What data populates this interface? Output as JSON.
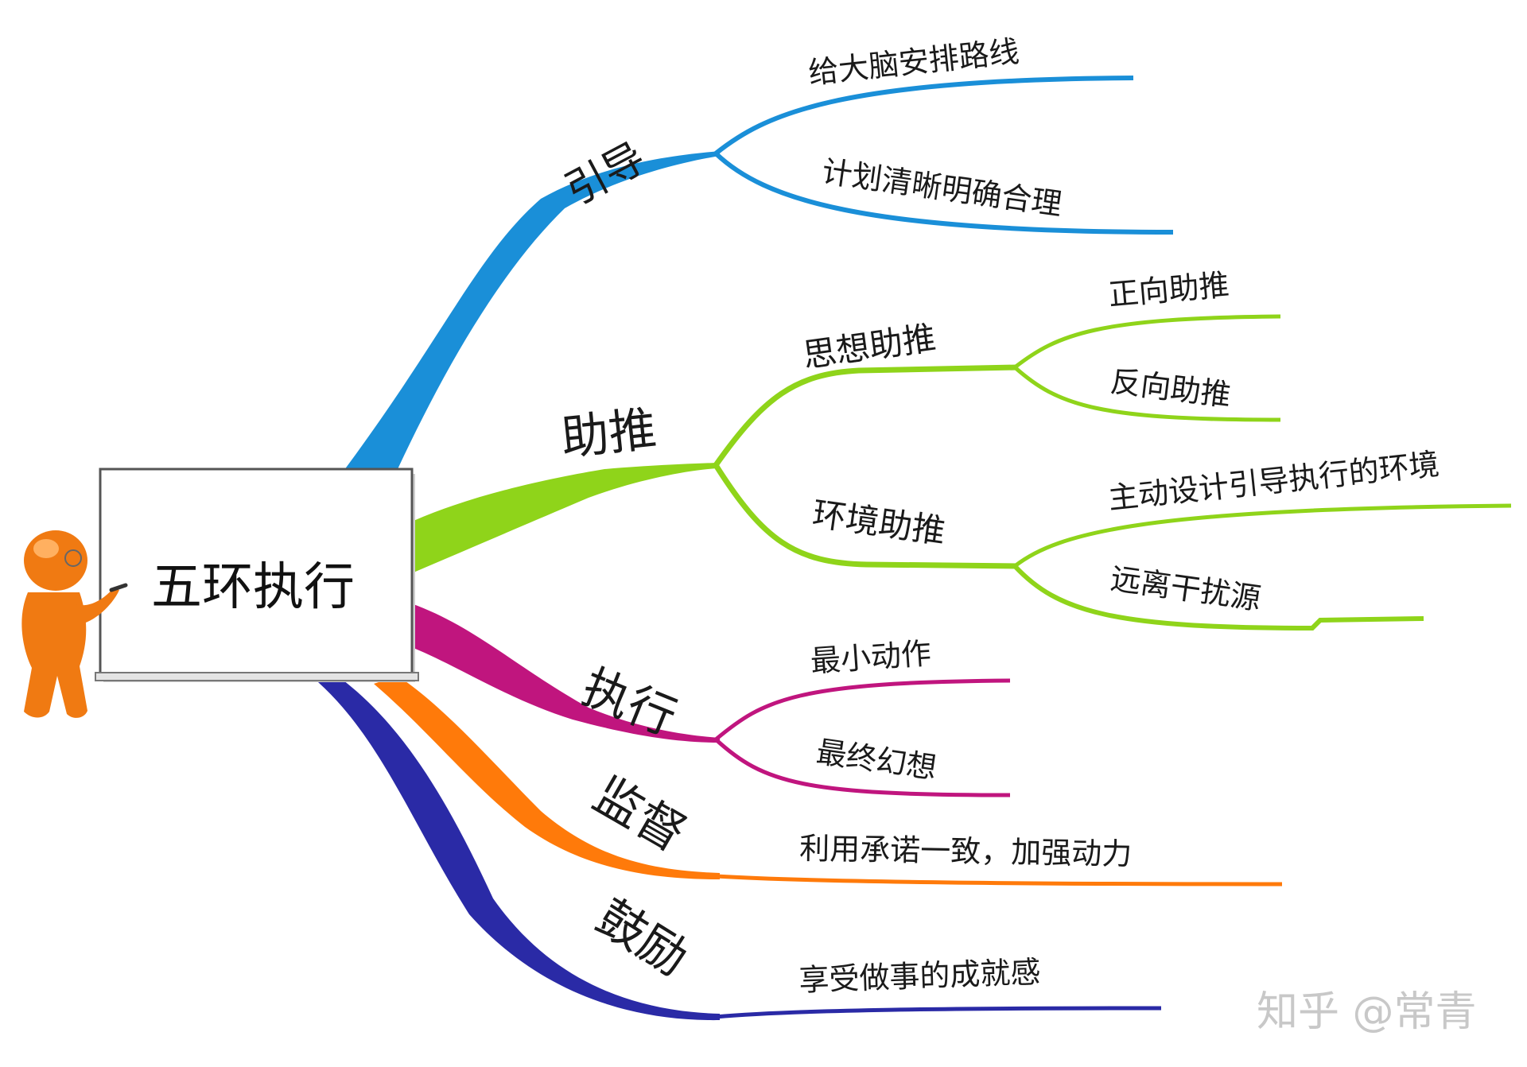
{
  "center": {
    "title": "五环执行",
    "mascot_icon": "presenter-figure-icon"
  },
  "colors": {
    "guide": "#1a8fd8",
    "push": "#8fd41a",
    "execute": "#c0157e",
    "supervise": "#ff7a0a",
    "encourage": "#2a2aa6",
    "mascot": "#f07a12",
    "board_border": "#555555"
  },
  "branches": {
    "guide": {
      "label": "引导",
      "children": [
        "给大脑安排路线",
        "计划清晰明确合理"
      ]
    },
    "push": {
      "label": "助推",
      "mind": {
        "label": "思想助推",
        "children": [
          "正向助推",
          "反向助推"
        ]
      },
      "env": {
        "label": "环境助推",
        "children": [
          "主动设计引导执行的环境",
          "远离干扰源"
        ]
      }
    },
    "execute": {
      "label": "执行",
      "children": [
        "最小动作",
        "最终幻想"
      ]
    },
    "supervise": {
      "label": "监督",
      "children": [
        "利用承诺一致，加强动力"
      ]
    },
    "encourage": {
      "label": "鼓励",
      "children": [
        "享受做事的成就感"
      ]
    }
  },
  "watermark": "知乎 @常青"
}
